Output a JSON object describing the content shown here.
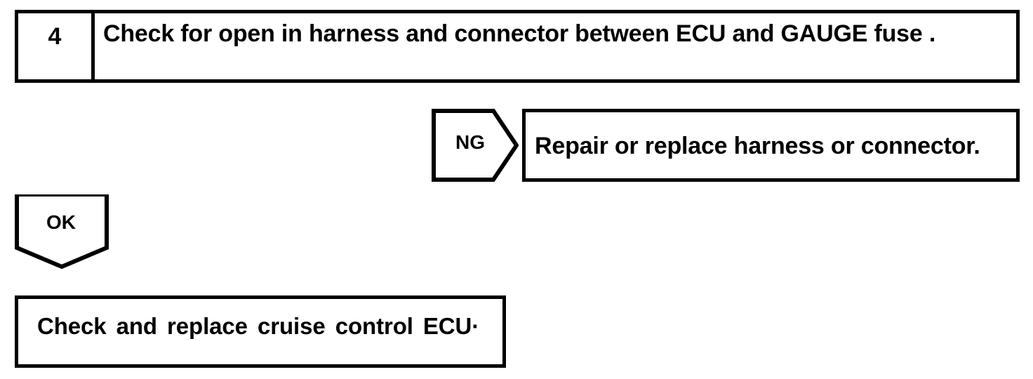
{
  "document": {
    "type": "troubleshooting-flowchart",
    "ink_color": "#000000",
    "paper_color": "#ffffff"
  },
  "step": {
    "number": "4",
    "instruction": "Check for open in harness and connector between ECU and GAUGE fuse ."
  },
  "branches": {
    "ng": {
      "tag_label": "NG",
      "action": "Repair or replace harness or connector."
    },
    "ok": {
      "tag_label": "OK",
      "action": "Check and replace cruise control ECU·"
    }
  }
}
